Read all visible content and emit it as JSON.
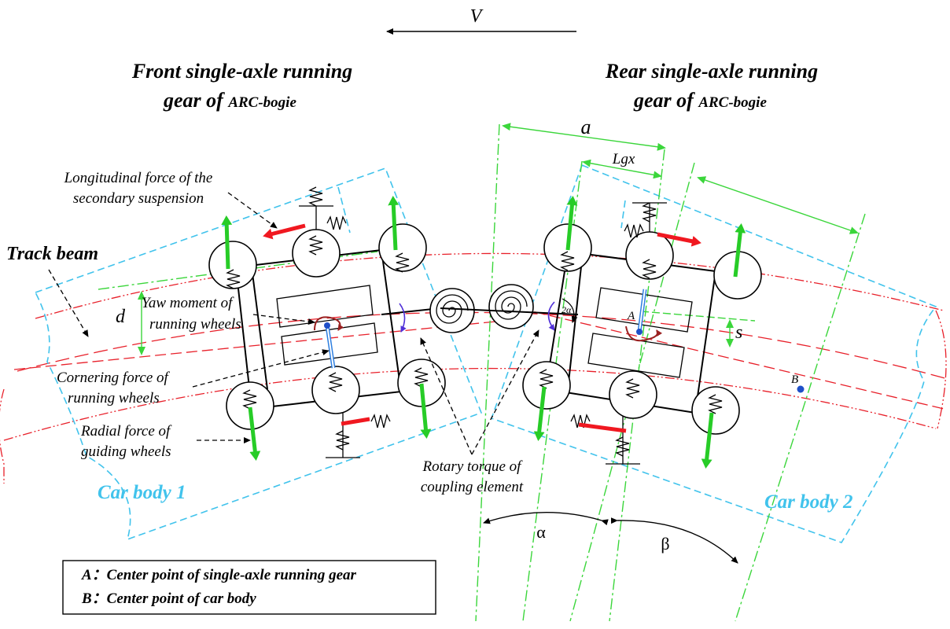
{
  "velocity_label": "V",
  "titles": {
    "front_line1": "Front single-axle running",
    "front_line2": "gear of",
    "front_suffix": "ARC-bogie",
    "rear_line1": "Rear single-axle running",
    "rear_line2": "gear of",
    "rear_suffix": "ARC-bogie"
  },
  "labels": {
    "track_beam": "Track beam",
    "d": "d",
    "a": "a",
    "lgx": "Lgx",
    "s": "s",
    "point_a": "A",
    "point_b": "B",
    "angle_2a": "2α",
    "alpha": "α",
    "beta": "β",
    "car_body_1": "Car body 1",
    "car_body_2": "Car body 2"
  },
  "annotations": {
    "longitudinal_line1": "Longitudinal force of the",
    "longitudinal_line2": "secondary suspension",
    "yaw_line1": "Yaw moment of",
    "yaw_line2": "running wheels",
    "cornering_line1": "Cornering force of",
    "cornering_line2": "running wheels",
    "radial_line1": "Radial force of",
    "radial_line2": "guiding wheels",
    "rotary_line1": "Rotary torque of",
    "rotary_line2": "coupling element"
  },
  "legend": {
    "item_a": "A：Center point of single-axle running gear",
    "item_b": "B：Center point of car body"
  },
  "colors": {
    "car_body": "#41c3ec",
    "track_beam": "#e8202a",
    "dimension": "#3bd63b",
    "force_green": "#27cc27",
    "force_red": "#f01820",
    "yaw": "#9a2020",
    "rotary": "#5030d8",
    "cornering": "#2e7fe0"
  }
}
